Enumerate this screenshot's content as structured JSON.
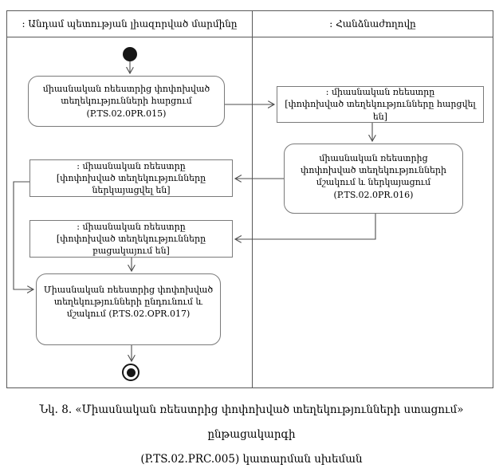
{
  "diagram": {
    "lanes": [
      {
        "label": ": Անդամ պետության լիազորված մարմինը"
      },
      {
        "label": ": Հանձնաժողովը"
      }
    ],
    "nodes": {
      "query": {
        "label": "միասնական ռեեստրից փոփոխված տեղեկությունների հարցում",
        "code": "(P.TS.02.0PR.015)"
      },
      "registry_queried": {
        "title": ": միասնական ռեեստրը",
        "state": "[փոփոխված տեղեկությունները հարցվել են]"
      },
      "process_present": {
        "label": "միասնական ռեեստրից փոփոխված տեղեկությունների մշակում և ներկայացում",
        "code": "(P.TS.02.0PR.016)"
      },
      "registry_presented": {
        "title": ": միասնական ռեեստրը",
        "state": "[փոփոխված տեղեկությունները ներկայացվել են]"
      },
      "registry_absent": {
        "title": ": միասնական ռեեստրը",
        "state": "[փոփոխված տեղեկությունները բացակայում են]"
      },
      "receive_process": {
        "label": "Միասնական ռեեստրից փոփոխված տեղեկությունների ընդունում և մշակում",
        "code": "(P.TS.02.OPR.017)"
      }
    }
  },
  "caption": {
    "line1": "Նկ. 8. «Միասնական ռեեստրից փոփոխված տեղեկությունների ստացում» ընթացակարգի",
    "line2": "(P.TS.02.PRC.005) կատարման սխեման"
  },
  "colors": {
    "frame_line": "#595959",
    "node_border": "#7a7a7a",
    "connector": "#4d4d4d",
    "node_fill": "#ffffff",
    "text": "#000000",
    "background": "#ffffff"
  }
}
